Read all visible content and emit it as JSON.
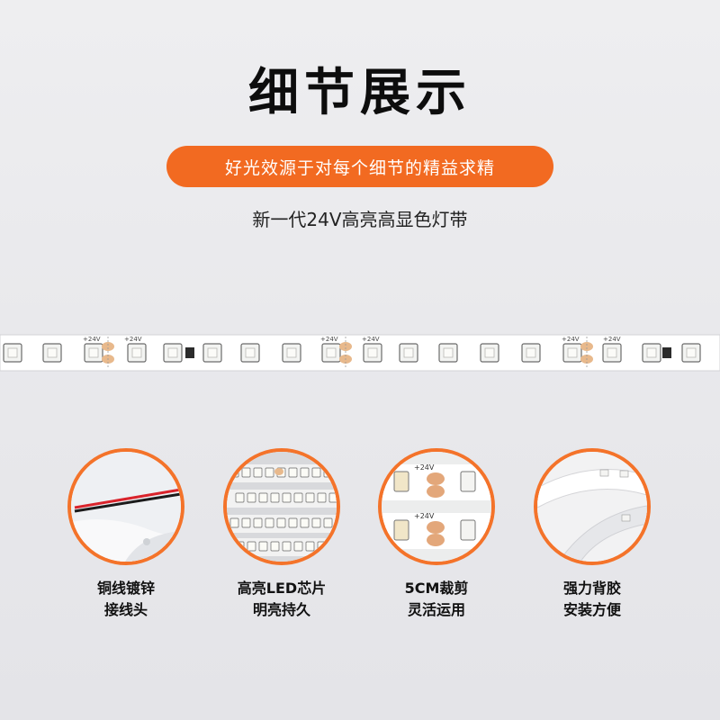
{
  "title": "细节展示",
  "tagline": "好光效源于对每个细节的精益求精",
  "subtitle": "新一代24V高亮高显色灯带",
  "strip": {
    "voltage_mark": "+24V",
    "bg_color": "#ffffff",
    "led_color": "#f3f4f2",
    "pad_color": "#e8b98c"
  },
  "accent_color": "#f26a21",
  "details": [
    {
      "line1": "铜线镀锌",
      "line2": "接线头",
      "image": "wire-connector"
    },
    {
      "line1": "高亮LED芯片",
      "line2": "明亮持久",
      "image": "led-chips"
    },
    {
      "line1": "5CM裁剪",
      "line2": "灵活运用",
      "image": "cut-mark"
    },
    {
      "line1": "强力背胶",
      "line2": "安装方便",
      "image": "adhesive-tape"
    }
  ]
}
